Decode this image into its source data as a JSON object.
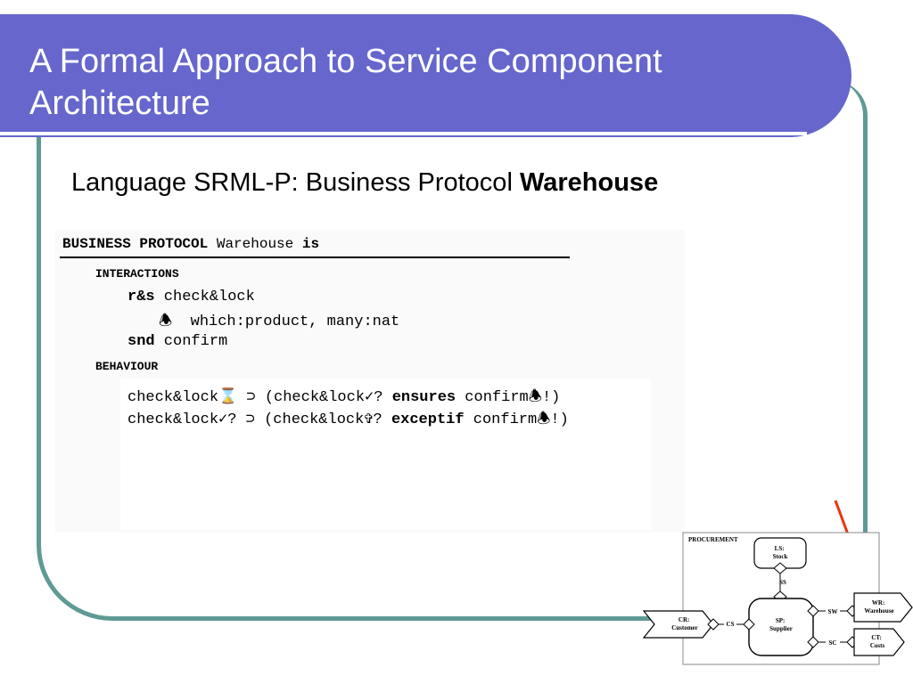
{
  "slide": {
    "title": "A Formal Approach to Service Component Architecture",
    "subtitle_prefix": "Language SRML-P: Business Protocol ",
    "subtitle_emphasis": "Warehouse"
  },
  "code": {
    "header_keyword": "BUSINESS PROTOCOL",
    "header_name": " Warehouse ",
    "header_is": "is",
    "interactions_label": "INTERACTIONS",
    "interaction1_kw": "r&s",
    "interaction1_name": " check&lock",
    "interaction1_params": "🕭  which:product, many:nat",
    "interaction2_kw": "snd",
    "interaction2_name": " confirm",
    "behaviour_label": "BEHAVIOUR",
    "rule1_a": "check&lock⌛ ⊃ (check&lock✓? ",
    "rule1_kw": "ensures",
    "rule1_b": " confirm🕭!)",
    "rule2_a": "check&lock✓? ⊃ (check&lock✞? ",
    "rule2_kw": "exceptif",
    "rule2_b": " confirm🕭!)"
  },
  "diagram": {
    "module_label": "PROCUREMENT",
    "node_stock": "LS:|Stock",
    "node_supplier": "SP:|Supplier",
    "node_customer": "CR:|Customer",
    "node_warehouse": "WR:|Warehouse",
    "node_costs": "CT:|Costs",
    "wire_ss": "SS",
    "wire_cs": "CS",
    "wire_sw": "SW",
    "wire_sc": "SC",
    "arrow_color": "#ee3311"
  },
  "colors": {
    "title_band": "#6666cc",
    "frame": "#5f9a94"
  }
}
